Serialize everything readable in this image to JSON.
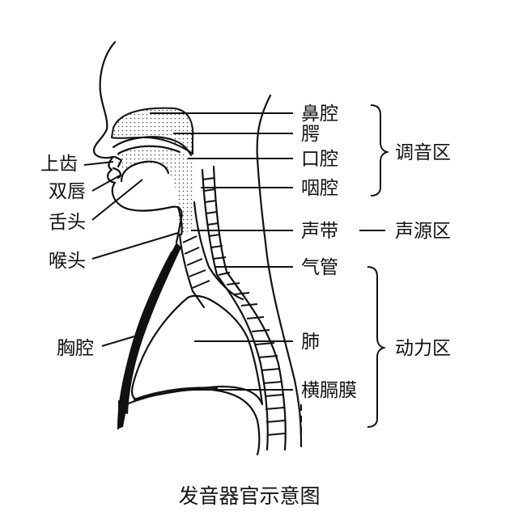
{
  "labels": {
    "nasal_cavity": "鼻腔",
    "palate": "腭",
    "oral_cavity": "口腔",
    "pharynx": "咽腔",
    "vocal_cords": "声带",
    "trachea": "气管",
    "lungs": "肺",
    "diaphragm": "横膈膜",
    "upper_teeth": "上齿",
    "lips": "双唇",
    "tongue": "舌头",
    "larynx": "喉头",
    "chest_cavity": "胸腔"
  },
  "zones": {
    "articulation": "调音区",
    "sound_source": "声源区",
    "power": "动力区"
  },
  "caption": "发音器官示意图"
}
